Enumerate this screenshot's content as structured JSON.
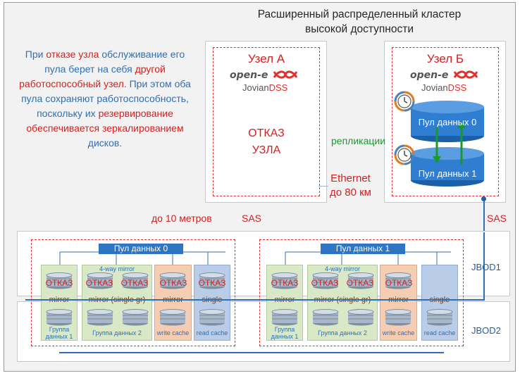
{
  "title": {
    "line1": "Расширенный распределенный кластер",
    "line2": "высокой доступности"
  },
  "description": {
    "p1": "При ",
    "p2": "отказе узла",
    "p3": " обслуживание его пула берет на себя ",
    "p4": "другой работоспособный узел",
    "p5": ". При этом оба пула сохраняют работоспособность, поскольку их ",
    "p6": "резервирование обеспечивается зеркалированием",
    "p7": " дисков."
  },
  "node_a": {
    "title": "Узел А",
    "logo_top": "open-e",
    "logo_bottom_1": "Jovian",
    "logo_bottom_2": "DSS",
    "failure_line1": "ОТКАЗ",
    "failure_line2": "УЗЛА"
  },
  "node_b": {
    "title": "Узел Б",
    "logo_top": "open-e",
    "logo_bottom_1": "Jovian",
    "logo_bottom_2": "DSS",
    "pool0": "Пул данных 0",
    "pool1": "Пул данных 1"
  },
  "replication_label": "репликации",
  "ethernet_line1": "Ethernet",
  "ethernet_line2": "до 80 км",
  "distance_label": "до 10 метров",
  "sas_left": "SAS",
  "sas_right": "SAS",
  "jbod1_label": "JBOD1",
  "jbod2_label": "JBOD2",
  "pools": [
    {
      "label": "Пул данных 0",
      "mirror_4way": "4-way mirror",
      "fail": "ОТКАЗ",
      "groups": {
        "g1_type": "mirror",
        "g1_name": "Группа данных 1",
        "g2_type": "mirror (single gr)",
        "g2_name": "Группа данных 2",
        "g3_type": "mirror",
        "g3_name": "write cache",
        "g4_type": "single",
        "g4_name": "read cache"
      }
    },
    {
      "label": "Пул данных 1",
      "mirror_4way": "4-way mirror",
      "fail": "ОТКАЗ",
      "groups": {
        "g1_type": "mirror",
        "g1_name": "Группа данных 1",
        "g2_type": "mirror (single gr)",
        "g2_name": "Группа данных 2",
        "g3_type": "mirror",
        "g3_name": "write cache",
        "g4_type": "single",
        "g4_name": "read cache"
      }
    }
  ],
  "colors": {
    "accent_blue": "#2e6fb5",
    "failure_red": "#d42020",
    "replication_green": "#1a9a2a",
    "group_green": "#d9e8c7",
    "group_orange": "#f5cdb2",
    "group_blue": "#b9cde8"
  },
  "icons": [
    "clock-sync-icon",
    "disk-icon",
    "replication-arrows-icon"
  ]
}
